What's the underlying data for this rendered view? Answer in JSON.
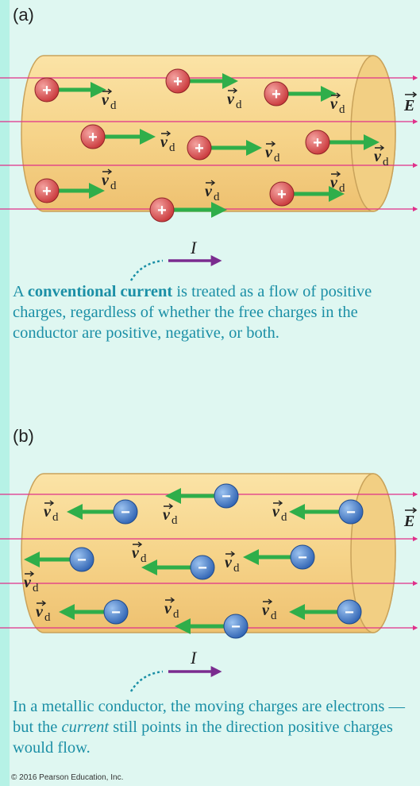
{
  "panel_a": {
    "label": "(a)",
    "field_label": "E",
    "drift_label": "d",
    "charge_sign": "+",
    "current_label": "I",
    "caption_pre": "A ",
    "caption_bold": "conventional current",
    "caption_post": " is treated as a flow of positive charges, regardless of whether the free charges in the conductor are positive, negative, or both."
  },
  "panel_b": {
    "label": "(b)",
    "field_label": "E",
    "drift_label": "d",
    "charge_sign": "−",
    "current_label": "I",
    "caption_pre": "In a metallic conductor, the moving charges are electrons — but the ",
    "caption_italic": "current",
    "caption_post": " still points in the direction positive charges would flow."
  },
  "copyright": "© 2016 Pearson Education, Inc.",
  "colors": {
    "background": "#dff7f1",
    "cylinder": "#f6d58c",
    "field_line": "#e0308a",
    "drift_arrow": "#2fae4a",
    "current_arrow": "#7a2c8f",
    "caption_text": "#1b8fa6",
    "positive_charge": "#d9534f",
    "negative_charge": "#3d78c8"
  },
  "icons": [
    "positive-charge-icon",
    "negative-charge-icon",
    "drift-arrow-icon",
    "current-arrow-icon",
    "field-line-icon"
  ]
}
